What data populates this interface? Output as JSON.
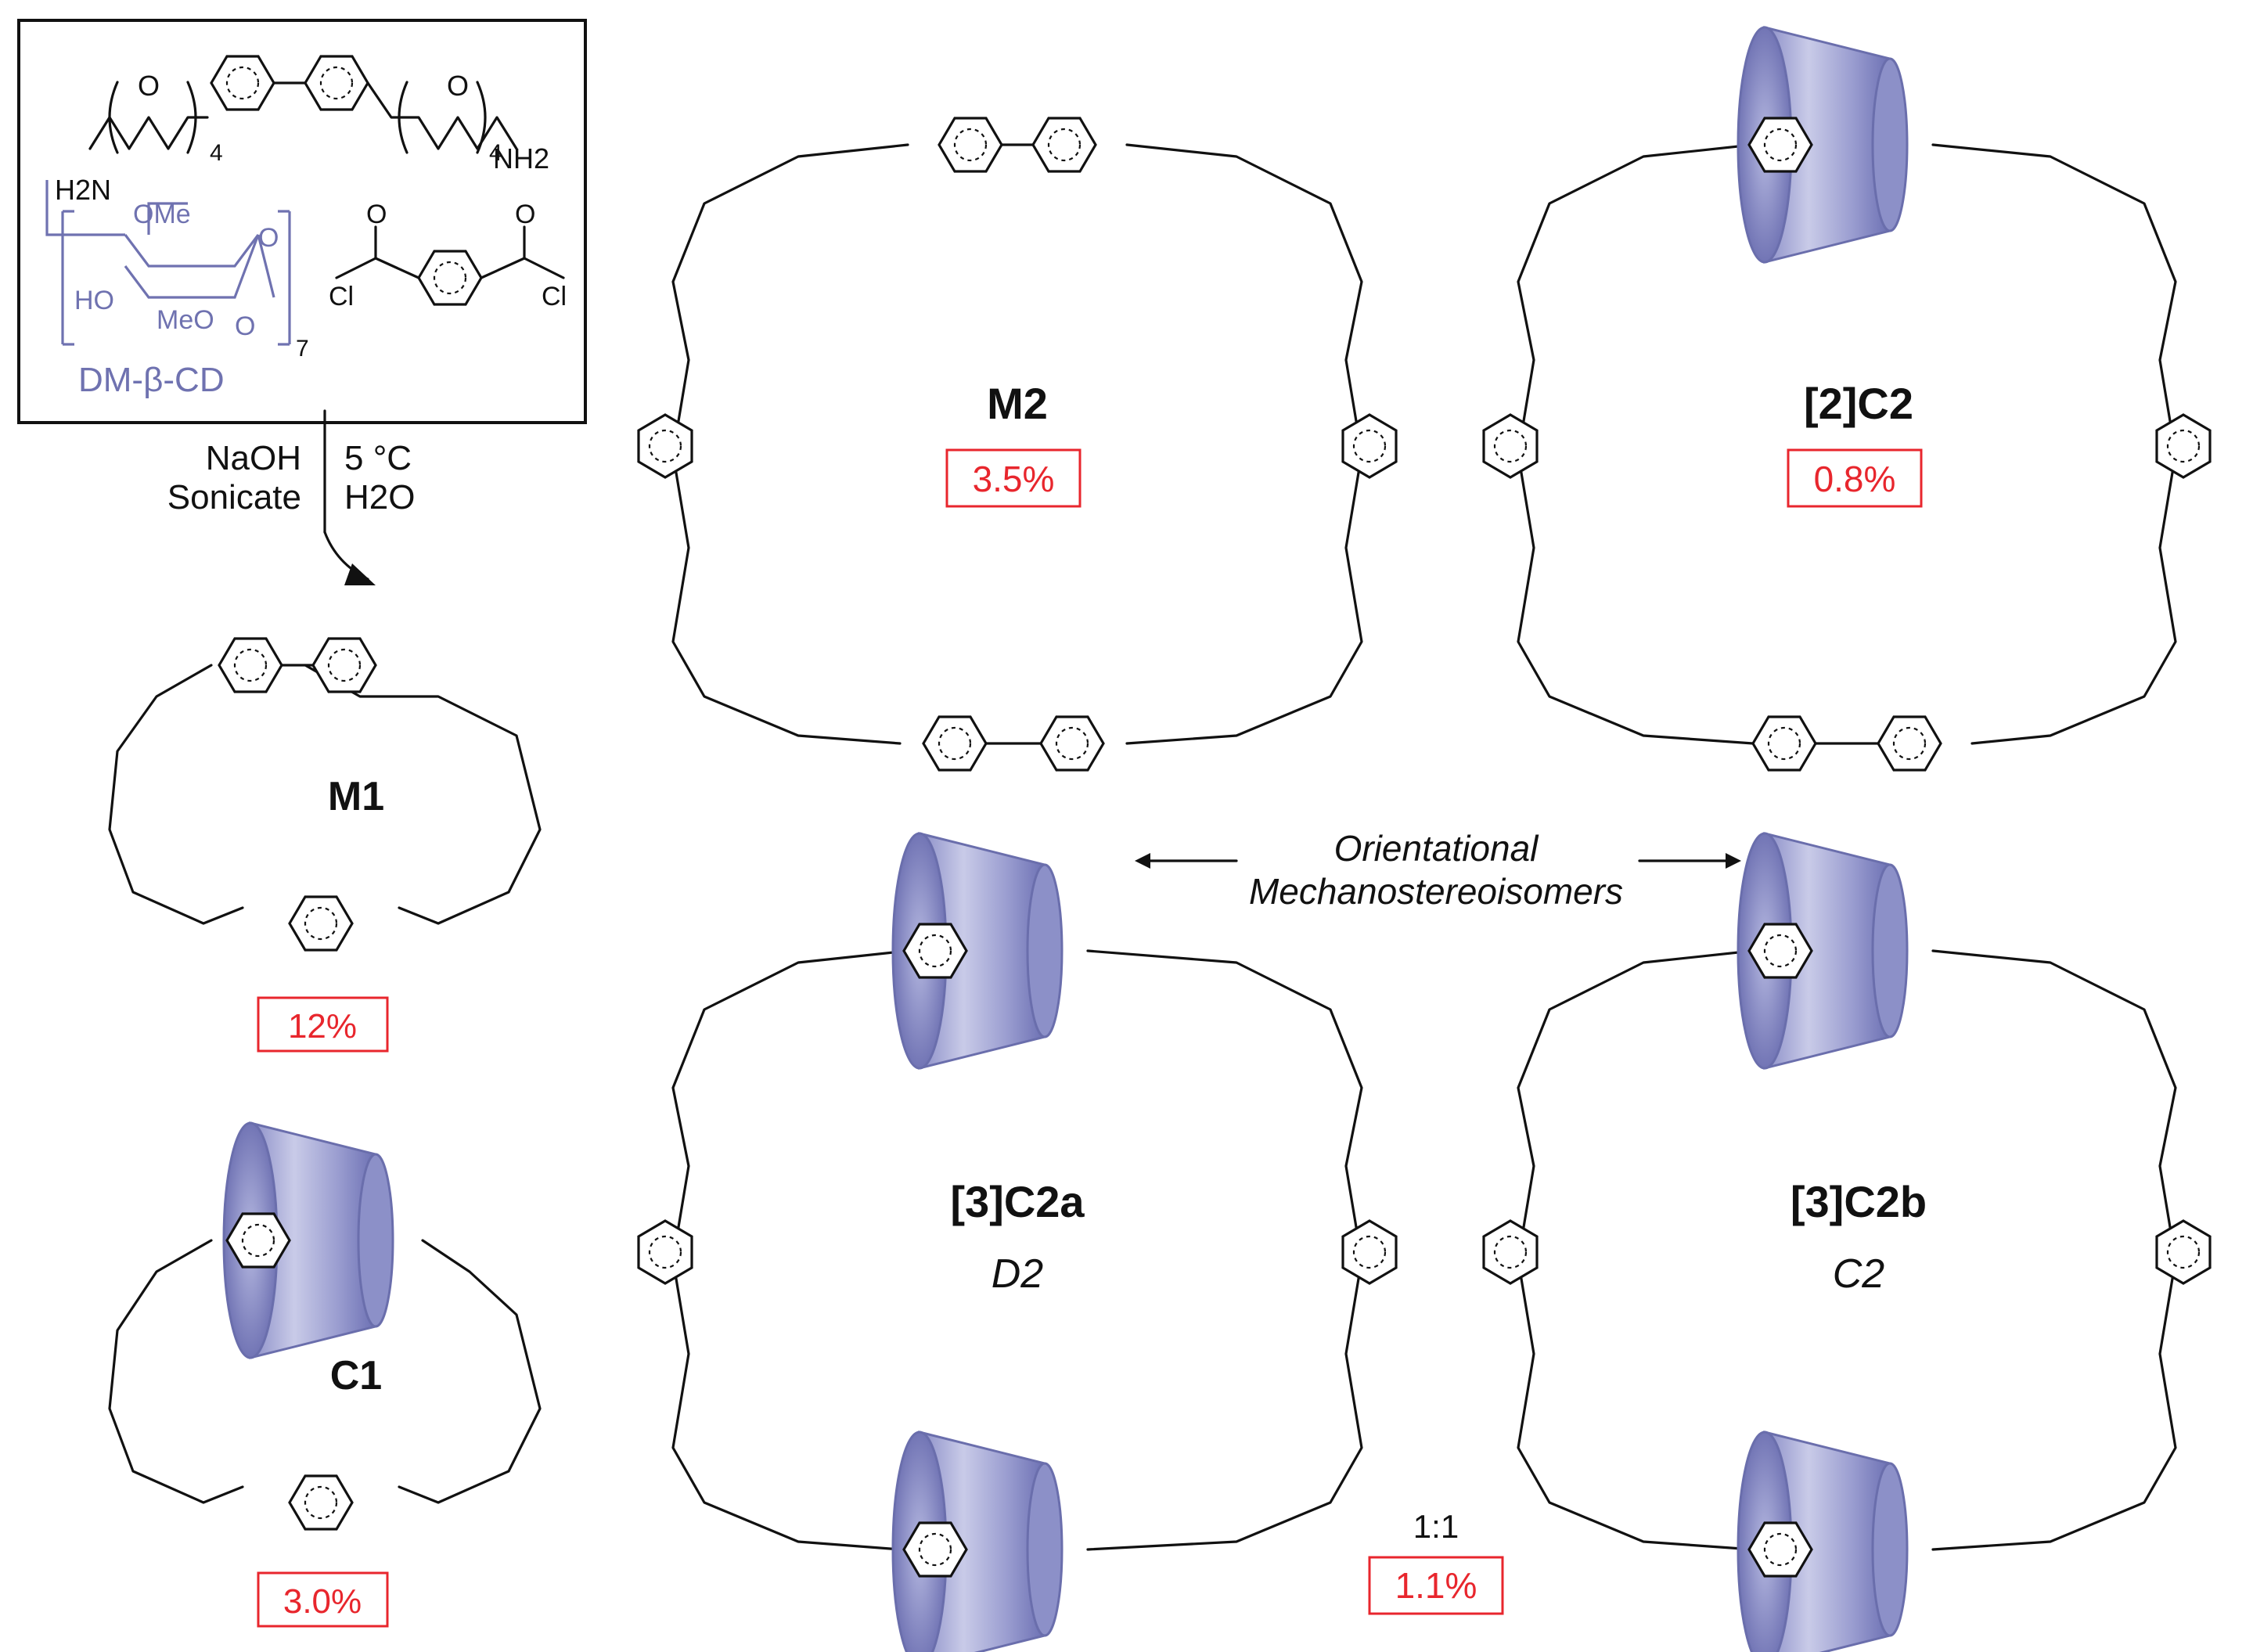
{
  "reagents": {
    "amine": "NH2",
    "amine_sub": "H2N",
    "repeat": "4",
    "cd_label": "DM-β-CD",
    "cd_repeat": "7",
    "ome": "OMe",
    "meo": "MeO",
    "ho": "HO",
    "cl": "Cl",
    "o": "O"
  },
  "conditions": {
    "left1": "NaOH",
    "left2": "Sonicate",
    "right1": "5 °C",
    "right2": "H2O"
  },
  "products": {
    "M1": {
      "name": "M1",
      "yield": "12%"
    },
    "C1": {
      "name": "C1",
      "yield": "3.0%"
    },
    "M2": {
      "name": "M2",
      "yield": "3.5%"
    },
    "C22": {
      "name": "[2]C2",
      "yield": "0.8%"
    },
    "C32a": {
      "name": "[3]C2a",
      "symmetry": "D2"
    },
    "C32b": {
      "name": "[3]C2b",
      "symmetry": "C2"
    }
  },
  "isomers": {
    "line1": "Orientational",
    "line2": "Mechanostereoisomers",
    "ratio": "1:1",
    "yield": "1.1%"
  },
  "colors": {
    "cd": "#7b7fbf",
    "yield_red": "#e8262d",
    "text": "#111111"
  }
}
